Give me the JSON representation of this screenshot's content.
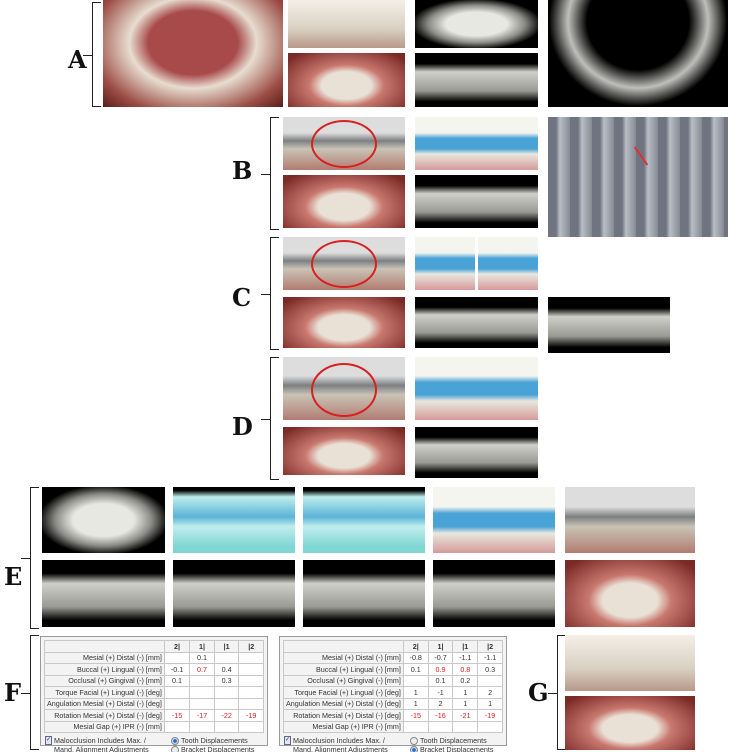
{
  "labels": {
    "a": "A",
    "b": "B",
    "c": "C",
    "d": "D",
    "e": "E",
    "f": "F",
    "g": "G"
  },
  "tables": [
    {
      "headers": [
        "2|",
        "1|",
        "|1",
        "|2"
      ],
      "rows": [
        {
          "label": "Mesial (+) Distal (-) [mm]",
          "values": [
            "",
            "0.1",
            "",
            ""
          ],
          "red": [
            false,
            false,
            false,
            false
          ]
        },
        {
          "label": "Buccal (+) Lingual (-) [mm]",
          "values": [
            "-0.1",
            "0.7",
            "0.4",
            ""
          ],
          "red": [
            false,
            true,
            false,
            false
          ]
        },
        {
          "label": "Occlusal (+) Gingival (-) [mm]",
          "values": [
            "0.1",
            "",
            "0.3",
            ""
          ],
          "red": [
            false,
            false,
            false,
            false
          ]
        },
        {
          "label": "Torque Facial (+) Lingual (-) [deg]",
          "values": [
            "",
            "",
            "",
            ""
          ],
          "red": [
            false,
            false,
            false,
            false
          ]
        },
        {
          "label": "Angulation Mesial (+) Distal (-) [deg]",
          "values": [
            "",
            "",
            "",
            ""
          ],
          "red": [
            false,
            false,
            false,
            false
          ]
        },
        {
          "label": "Rotation Mesial (+) Distal (-) [deg]",
          "values": [
            "-15",
            "-17",
            "-22",
            "-19"
          ],
          "red": [
            true,
            true,
            true,
            true
          ]
        },
        {
          "label": "Mesial Gap (+) IPR (-) [mm]",
          "values": [
            "",
            "",
            "",
            ""
          ],
          "red": [
            false,
            false,
            false,
            false
          ]
        }
      ],
      "checkbox_label": "Malocclusion Includes Max. / Mand. Alignment Adjustments",
      "radio_tooth": "Tooth Displacements",
      "radio_bracket": "Bracket Displacements",
      "selected": "tooth"
    },
    {
      "headers": [
        "2|",
        "1|",
        "|1",
        "|2"
      ],
      "rows": [
        {
          "label": "Mesial (+) Distal (-) [mm]",
          "values": [
            "-0.8",
            "-0.7",
            "-1.1",
            "-1.1"
          ],
          "red": [
            false,
            false,
            false,
            false
          ]
        },
        {
          "label": "Buccal (+) Lingual (-) [mm]",
          "values": [
            "0.1",
            "0.9",
            "0.8",
            "0.3"
          ],
          "red": [
            false,
            true,
            true,
            false
          ]
        },
        {
          "label": "Occlusal (+) Gingival (-) [mm]",
          "values": [
            "",
            "0.1",
            "0.2",
            ""
          ],
          "red": [
            false,
            false,
            false,
            false
          ]
        },
        {
          "label": "Torque Facial (+) Lingual (-) [deg]",
          "values": [
            "1",
            "-1",
            "1",
            "2"
          ],
          "red": [
            false,
            false,
            false,
            false
          ]
        },
        {
          "label": "Angulation Mesial (+) Distal (-) [deg]",
          "values": [
            "1",
            "2",
            "1",
            "1"
          ],
          "red": [
            false,
            false,
            false,
            false
          ]
        },
        {
          "label": "Rotation Mesial (+) Distal (-) [deg]",
          "values": [
            "-15",
            "-16",
            "-21",
            "-19"
          ],
          "red": [
            true,
            true,
            true,
            true
          ]
        },
        {
          "label": "Mesial Gap (+) IPR (-) [mm]",
          "values": [
            "",
            "",
            "",
            ""
          ],
          "red": [
            false,
            false,
            false,
            false
          ]
        }
      ],
      "checkbox_label": "Malocclusion Includes Max. / Mand. Alignment Adjustments",
      "radio_tooth": "Tooth Displacements",
      "radio_bracket": "Bracket Displacements",
      "selected": "bracket"
    }
  ]
}
